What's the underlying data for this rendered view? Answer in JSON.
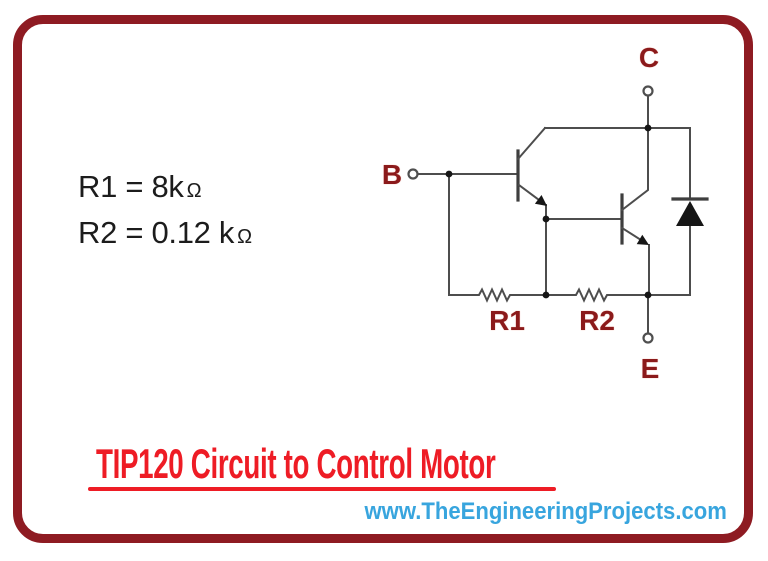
{
  "resistor_values": {
    "r1_text": "R1 = 8k",
    "r1_unit": "Ω",
    "r2_text": "R2 = 0.12 k",
    "r2_unit": "Ω"
  },
  "circuit": {
    "type": "schematic",
    "description": "TIP120 Darlington pair with base resistor network and internal flyback diode",
    "terminals": {
      "b": "B",
      "c": "C",
      "e": "E"
    },
    "resistor_labels": {
      "r1": "R1",
      "r2": "R2"
    },
    "components": [
      "npn-transistor-q1",
      "npn-transistor-q2",
      "resistor-r1",
      "resistor-r2",
      "flyback-diode"
    ]
  },
  "footer": {
    "title": "TIP120 Circuit to Control Motor",
    "website": "www.TheEngineeringProjects.com"
  },
  "colors": {
    "frame": "#8e1b22",
    "circuit_label": "#8b1a1b",
    "wire": "#4d4d4d",
    "value_text": "#1c1c1c",
    "title": "#ee1c25",
    "website": "#38a5de",
    "background": "#ffffff"
  }
}
